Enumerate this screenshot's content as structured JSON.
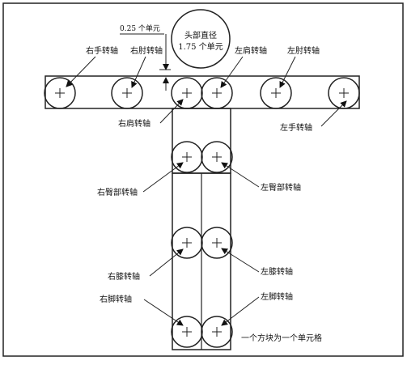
{
  "labels": {
    "quarter_unit": "0.25 个单元",
    "head_diameter_line1": "头部直径",
    "head_diameter_line2": "1.75 个单元",
    "right_wrist": "右手转轴",
    "right_elbow": "右肘转轴",
    "left_shoulder": "左肩转轴",
    "left_elbow": "左肘转轴",
    "right_shoulder": "右肩转轴",
    "left_wrist": "左手转轴",
    "right_hip": "右臀部转轴",
    "left_hip": "左臀部转轴",
    "right_knee": "右膝转轴",
    "left_knee": "左膝转轴",
    "right_ankle": "右脚转轴",
    "left_ankle": "左脚转轴",
    "grid_note": "一个方块为一个单元格"
  }
}
